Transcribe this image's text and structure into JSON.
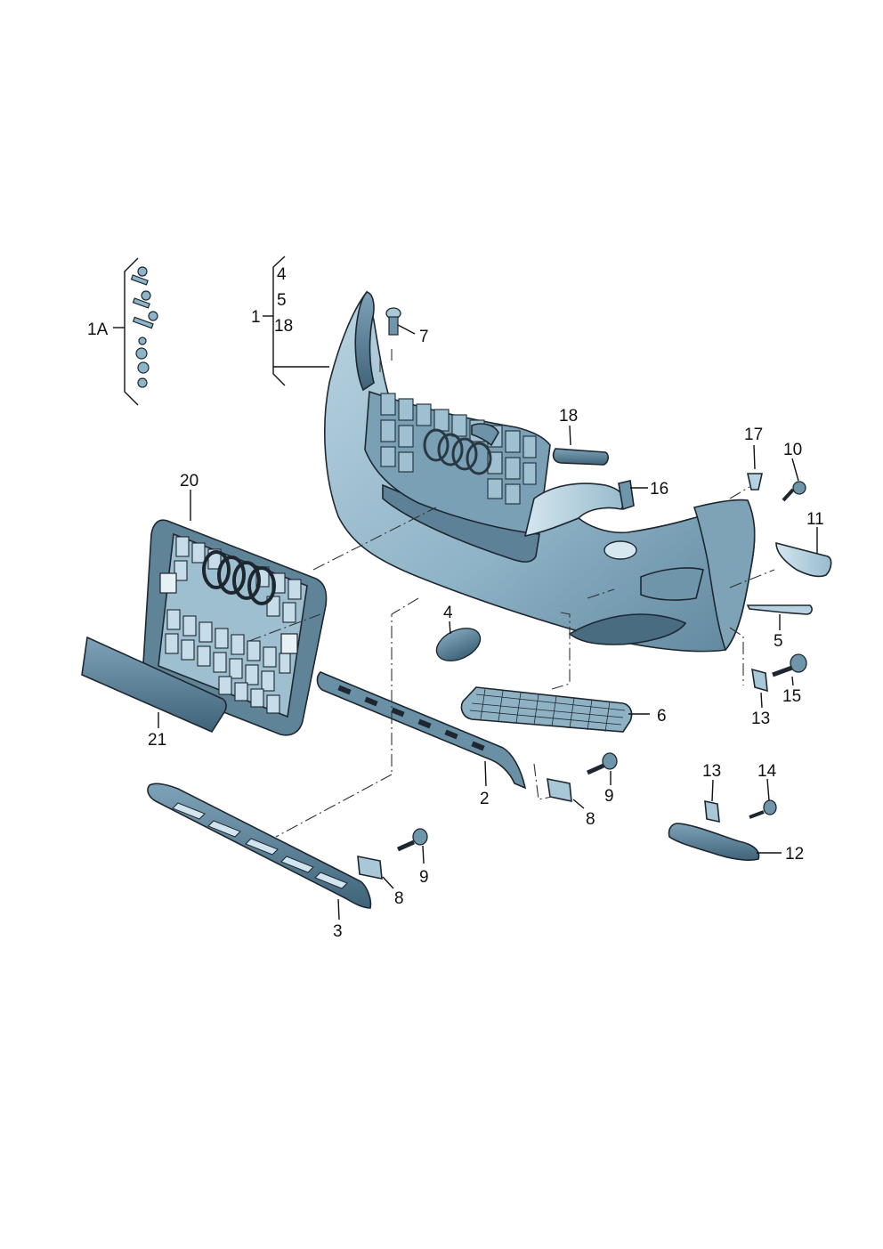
{
  "diagram": {
    "palette": {
      "part_fill": "#8eb4c8",
      "part_light": "#c3dbe8",
      "part_dark": "#4a6f85",
      "outline": "#1e2730"
    },
    "labels": {
      "l_1A": "1A",
      "l_1": "1",
      "l_1_4": "4",
      "l_1_5": "5",
      "l_1_18": "18",
      "l_7": "7",
      "l_18": "18",
      "l_17": "17",
      "l_10": "10",
      "l_16": "16",
      "l_11": "11",
      "l_20": "20",
      "l_4": "4",
      "l_5": "5",
      "l_15": "15",
      "l_13a": "13",
      "l_6": "6",
      "l_21": "21",
      "l_2": "2",
      "l_9a": "9",
      "l_8a": "8",
      "l_13b": "13",
      "l_14": "14",
      "l_12": "12",
      "l_9b": "9",
      "l_8b": "8",
      "l_3": "3"
    }
  }
}
